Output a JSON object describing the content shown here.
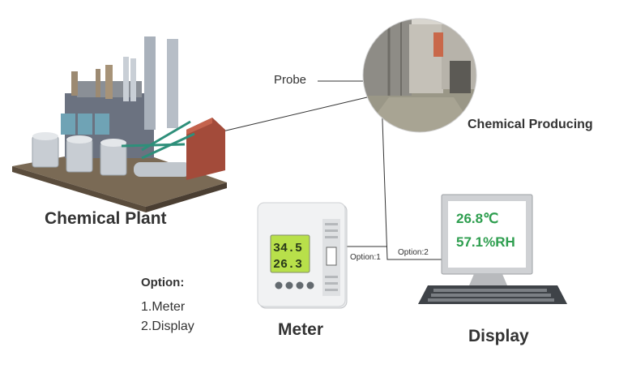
{
  "labels": {
    "probe": "Probe",
    "chemical_producing": "Chemical Producing",
    "chemical_plant": "Chemical Plant",
    "meter": "Meter",
    "display": "Display",
    "option1": "Option:1",
    "option2": "Option:2"
  },
  "options": {
    "heading": "Option:",
    "items": [
      "1.Meter",
      "2.Display"
    ]
  },
  "meter_readout": {
    "line1": "34.5",
    "line2": "26.3"
  },
  "display_readout": {
    "temperature": "26.8℃",
    "humidity": "57.1%RH"
  },
  "colors": {
    "screen_green": "#2e9e4f",
    "lcd_green": "#b8e04a"
  }
}
